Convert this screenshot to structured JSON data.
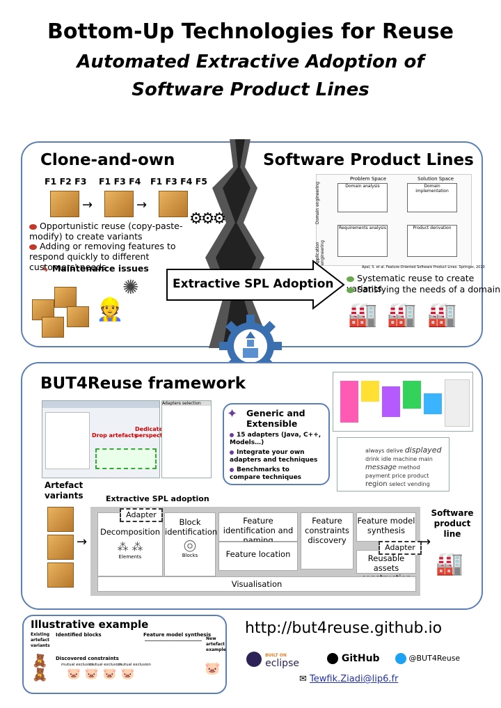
{
  "title": {
    "line1": "Bottom-Up Technologies for Reuse",
    "line2": "Automated Extractive Adoption of",
    "line3": "Software Product Lines"
  },
  "top_panel": {
    "clone_title": "Clone-and-own",
    "spl_title": "Software Product Lines",
    "variants": [
      "F1  F2  F3",
      "F1  F3  F4",
      "F1  F3  F4  F5"
    ],
    "clone_bullets": [
      "Opportunistic reuse (copy-paste-modify) to create variants",
      "Adding or removing features to respond quickly to different customers' needs"
    ],
    "maintenance": "Maintenance issues",
    "arrow_label": "Extractive SPL Adoption",
    "spl_bullets": [
      "Systematic reuse to create variants",
      "Satisfying the needs of a domain"
    ],
    "spl_diagram": {
      "problem_space": "Problem Space",
      "solution_space": "Solution Space",
      "domain_analysis": "Domain analysis",
      "domain_implementation": "Domain implementation",
      "requirements_analysis": "Requirements analysis",
      "product_derivation": "Product derivation",
      "domain_engineering": "Domain engineering",
      "application_engineering": "Application engineering",
      "citation": "Apel, S. et al. Feature-Oriented Software Product Lines. Springer, 2013"
    }
  },
  "framework": {
    "title": "BUT4Reuse framework",
    "generic_title": "Generic and Extensible",
    "generic_bullets": [
      "15 adapters (Java, C++, Models…)",
      "Integrate your own adapters and techniques",
      "Benchmarks to compare techniques"
    ],
    "drop_artefacts": "Drop artefacts",
    "dedicated_perspective": "Dedicated perspective",
    "adapters_selection": "Adapters selection",
    "artefact_variants": "Artefact variants",
    "extractive_label": "Extractive SPL adoption",
    "software_product_line": "Software product line",
    "stages": {
      "adapter_top": "Adapter",
      "decomposition": "Decomposition",
      "elements": "Elements",
      "block_identification": "Block identification",
      "blocks": "Blocks",
      "feature_identification": "Feature identification and naming",
      "feature_location": "Feature location",
      "feature_constraints": "Feature constraints discovery",
      "feature_model_synthesis": "Feature model synthesis",
      "adapter_bottom": "Adapter",
      "reusable_assets": "Reusable assets construction",
      "visualisation": "Visualisation"
    },
    "word_cloud": [
      "always",
      "delive",
      "displayed",
      "drink",
      "idle",
      "machine",
      "main",
      "message",
      "method",
      "payment",
      "price",
      "product",
      "region",
      "select",
      "vending"
    ]
  },
  "example": {
    "title": "Illustrative example",
    "existing": "Existing artefact variants",
    "identified": "Identified blocks",
    "discovered": "Discovered constraints",
    "constraints": [
      "mutual exclusion",
      "mutual exclusion",
      "mutual exclusion"
    ],
    "fm_synthesis": "Feature model synthesis",
    "new_example": "New artefact example"
  },
  "footer": {
    "url": "http://but4reuse.github.io",
    "eclipse_built": "BUILT ON",
    "eclipse": "eclipse",
    "github": "GitHub",
    "twitter": "@BUT4Reuse",
    "email": "Tewfik.Ziadi@lip6.fr"
  },
  "colors": {
    "panel_border": "#5b7fb5",
    "bullet_red": "#c0392b",
    "bullet_green": "#6aa84f",
    "gear": "#3a6fb0"
  }
}
